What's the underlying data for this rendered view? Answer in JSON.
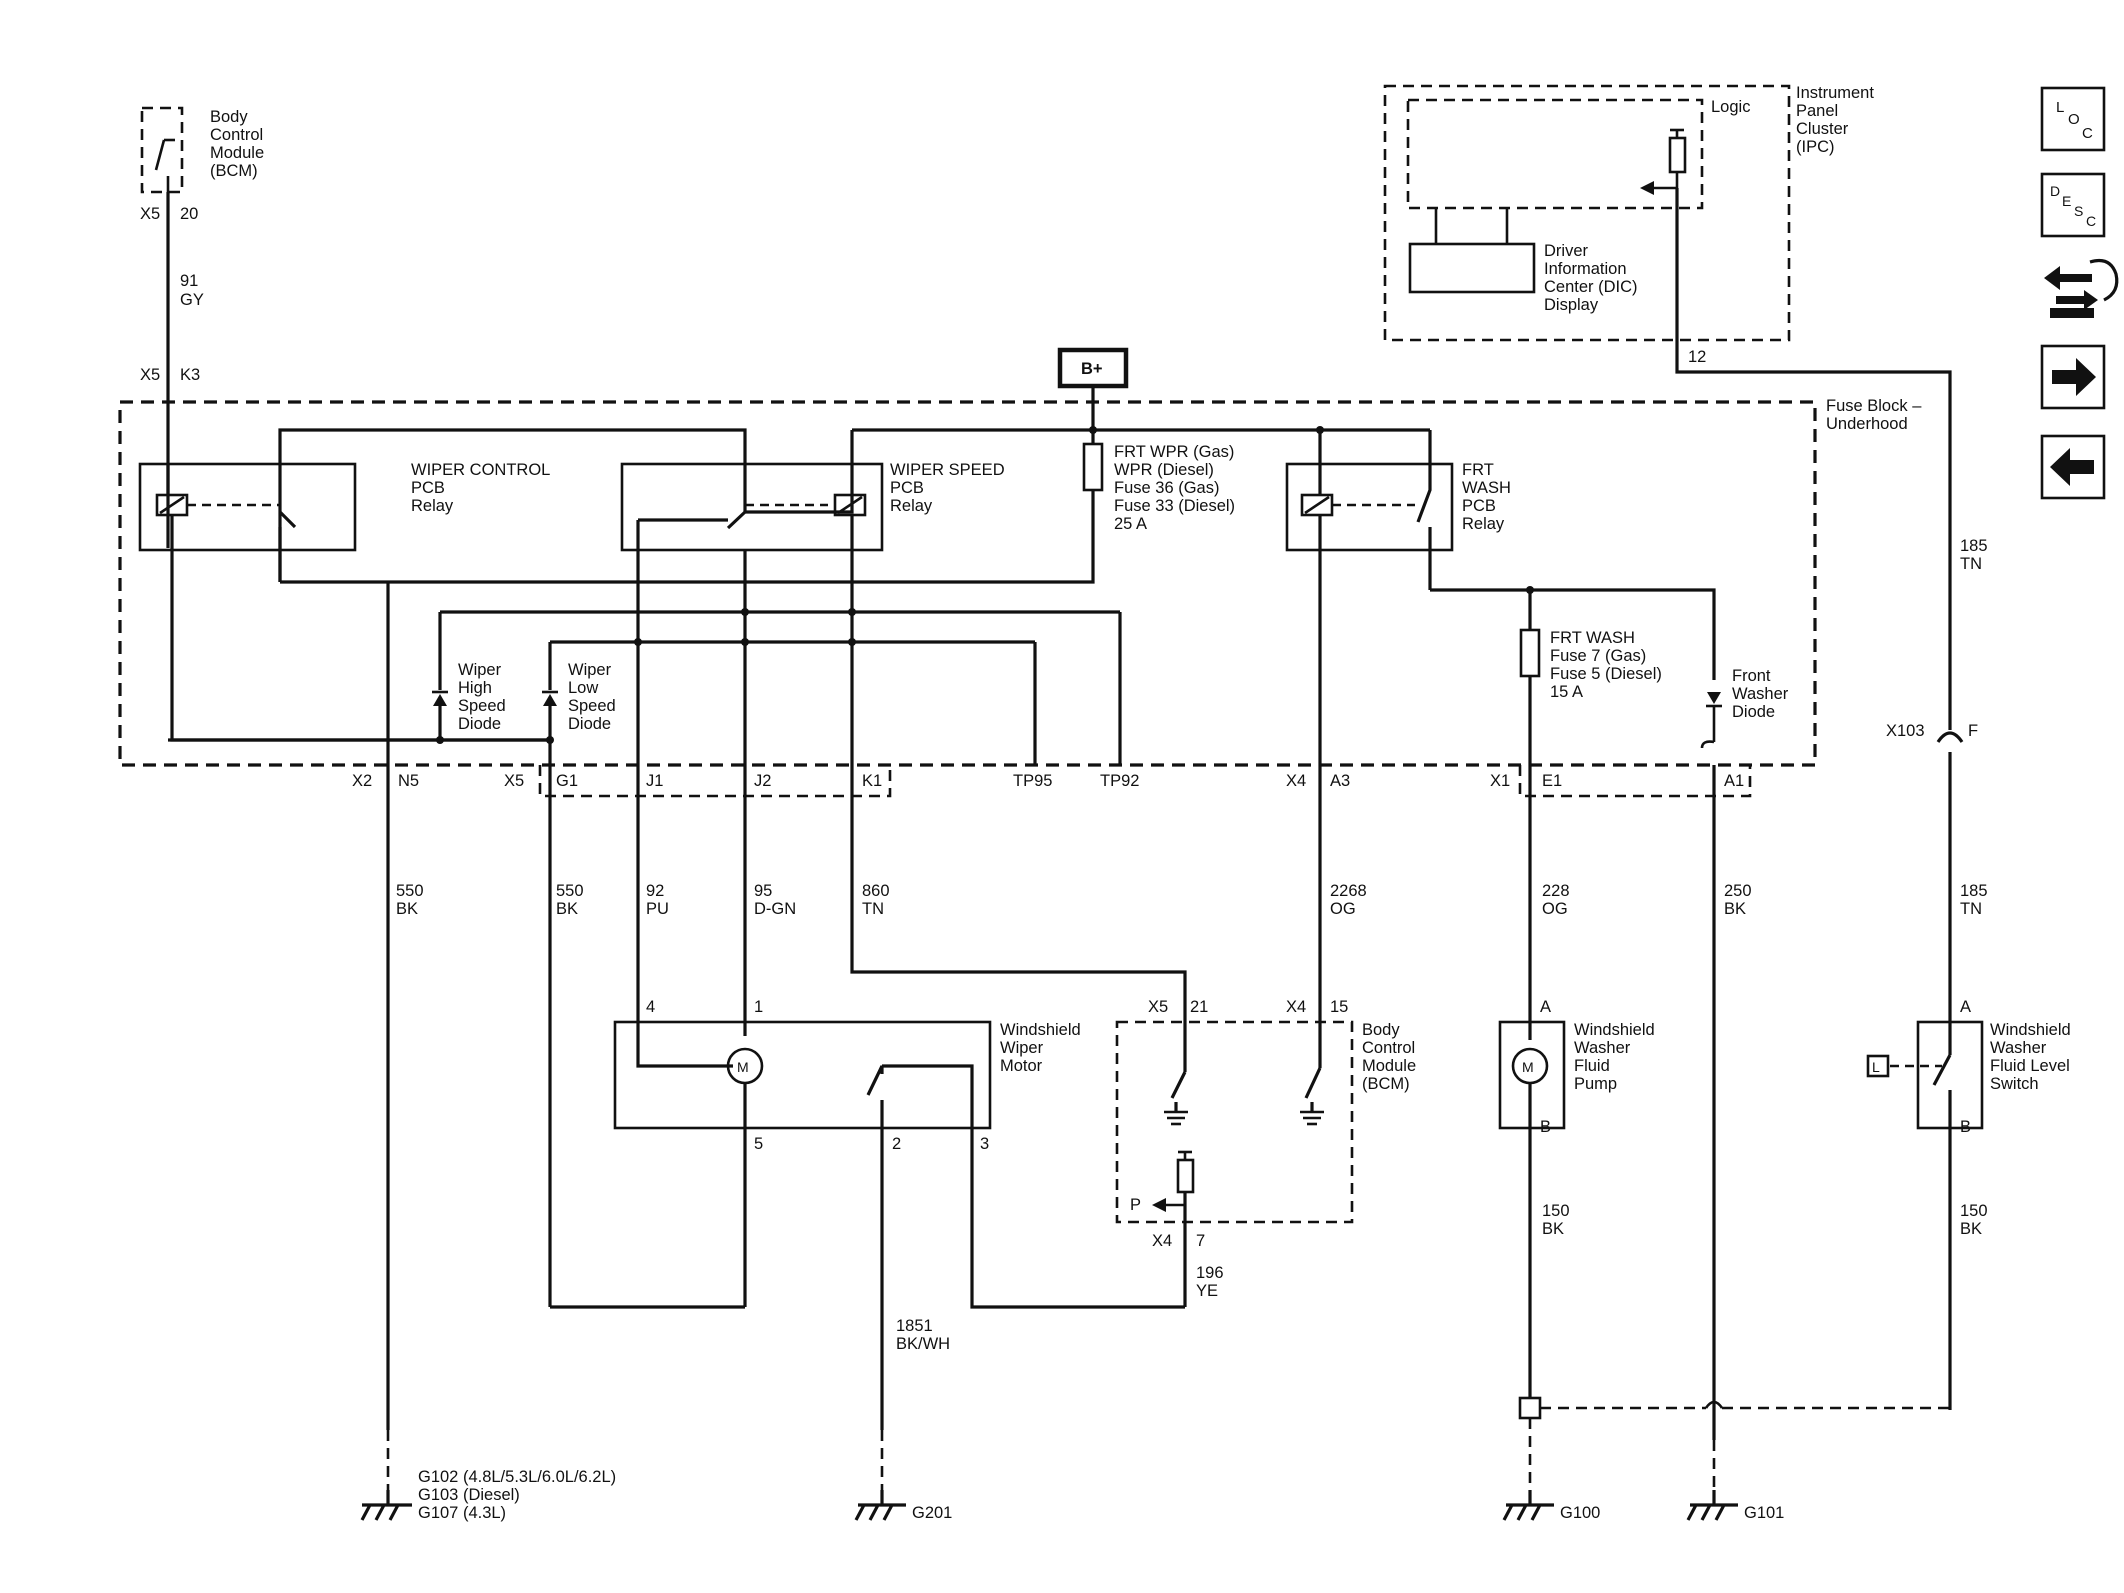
{
  "bcm_top": {
    "name": [
      "Body",
      "Control",
      "Module",
      "(BCM)"
    ],
    "conn": "X5",
    "pin": "20"
  },
  "ipc": {
    "name": [
      "Instrument",
      "Panel",
      "Cluster",
      "(IPC)"
    ],
    "logic": "Logic",
    "dic": [
      "Driver",
      "Information",
      "Center (DIC)",
      "Display"
    ],
    "pin": "12"
  },
  "bplus": "B+",
  "fuse_block": [
    "Fuse Block –",
    "Underhood"
  ],
  "relays": {
    "wiper_control": [
      "WIPER CONTROL",
      "PCB",
      "Relay"
    ],
    "wiper_speed": [
      "WIPER SPEED",
      "PCB",
      "Relay"
    ],
    "frt_wash": [
      "FRT",
      "WASH",
      "PCB",
      "Relay"
    ]
  },
  "fuses": {
    "frt_wpr": [
      "FRT WPR (Gas)",
      "WPR (Diesel)",
      "Fuse 36 (Gas)",
      "Fuse 33 (Diesel)",
      "25 A"
    ],
    "frt_wash": [
      "FRT WASH",
      "Fuse 7 (Gas)",
      "Fuse 5 (Diesel)",
      "15 A"
    ]
  },
  "diodes": {
    "high": [
      "Wiper",
      "High",
      "Speed",
      "Diode"
    ],
    "low": [
      "Wiper",
      "Low",
      "Speed",
      "Diode"
    ],
    "washer": [
      "Front",
      "Washer",
      "Diode"
    ]
  },
  "connectors": {
    "x5_k3": [
      "X5",
      "K3"
    ],
    "x2": "X2",
    "n5": "N5",
    "x5b": "X5",
    "g1": "G1",
    "j1": "J1",
    "j2": "J2",
    "k1": "K1",
    "tp95": "TP95",
    "tp92": "TP92",
    "x4": "X4",
    "a3": "A3",
    "x1": "X1",
    "e1": "E1",
    "a1": "A1",
    "x103": "X103",
    "f": "F"
  },
  "wires": {
    "w91": [
      "91",
      "GY"
    ],
    "w185a": [
      "185",
      "TN"
    ],
    "w185b": [
      "185",
      "TN"
    ],
    "w550a": [
      "550",
      "BK"
    ],
    "w550b": [
      "550",
      "BK"
    ],
    "w92": [
      "92",
      "PU"
    ],
    "w95": [
      "95",
      "D-GN"
    ],
    "w860": [
      "860",
      "TN"
    ],
    "w2268": [
      "2268",
      "OG"
    ],
    "w228": [
      "228",
      "OG"
    ],
    "w250": [
      "250",
      "BK"
    ],
    "w1851": [
      "1851",
      "BK/WH"
    ],
    "w196": [
      "196",
      "YE"
    ],
    "w150a": [
      "150",
      "BK"
    ],
    "w150b": [
      "150",
      "BK"
    ]
  },
  "motor": {
    "name": [
      "Windshield",
      "Wiper",
      "Motor"
    ],
    "pins": [
      "4",
      "1",
      "5",
      "2",
      "3"
    ],
    "symbol": "M"
  },
  "bcm_bottom": {
    "name": [
      "Body",
      "Control",
      "Module",
      "(BCM)"
    ],
    "pins": [
      "X5",
      "21",
      "X4",
      "15",
      "X4",
      "7"
    ],
    "p_label": "P"
  },
  "pump": {
    "name": [
      "Windshield",
      "Washer",
      "Fluid",
      "Pump"
    ],
    "pins": [
      "A",
      "B"
    ],
    "symbol": "M"
  },
  "level_switch": {
    "name": [
      "Windshield",
      "Washer",
      "Fluid Level",
      "Switch"
    ],
    "pins": [
      "A",
      "B"
    ],
    "l_label": "L"
  },
  "grounds": {
    "g102": [
      "G102 (4.8L/5.3L/6.0L/6.2L)",
      "G103 (Diesel)",
      "G107 (4.3L)"
    ],
    "g201": "G201",
    "g100": "G100",
    "g101": "G101"
  },
  "nav_icons": [
    "loc-icon",
    "desc-icon",
    "connector-view-icon",
    "next-page-icon",
    "previous-page-icon"
  ],
  "nav_text": {
    "loc": [
      "L",
      "O",
      "C"
    ],
    "desc": [
      "D",
      "E",
      "S",
      "C"
    ]
  }
}
